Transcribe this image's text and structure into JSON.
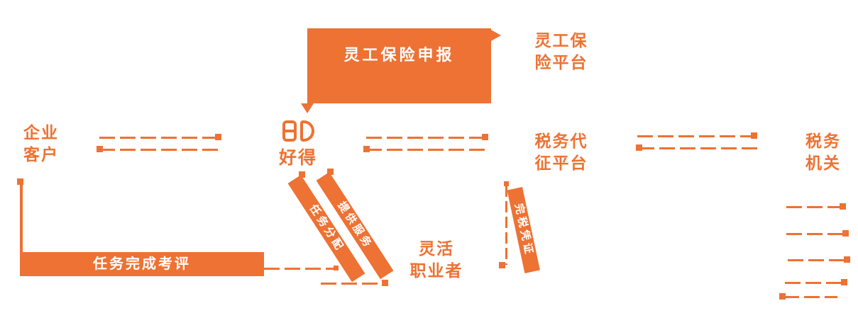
{
  "colors": {
    "accent": "#ED7233",
    "text_on_accent": "#FFFFFF",
    "background": "#FFFFFF"
  },
  "logo": {
    "wordmark": "好得"
  },
  "banner": {
    "label": "灵工保险申报"
  },
  "nodes": {
    "enterprise_customer": {
      "line1": "企业",
      "line2": "客户"
    },
    "insurance_platform": {
      "line1": "灵工保",
      "line2": "险平台"
    },
    "tax_collection_platform": {
      "line1": "税务代",
      "line2": "征平台"
    },
    "tax_authority": {
      "line1": "税务",
      "line2": "机关"
    },
    "flexible_worker": {
      "line1": "灵活",
      "line2": "职业者"
    }
  },
  "flows": {
    "evaluation_label": "任务完成考评",
    "task_assign_label": "任务分配",
    "service_label": "提供服务",
    "tax_cert_label": "完税凭证"
  }
}
